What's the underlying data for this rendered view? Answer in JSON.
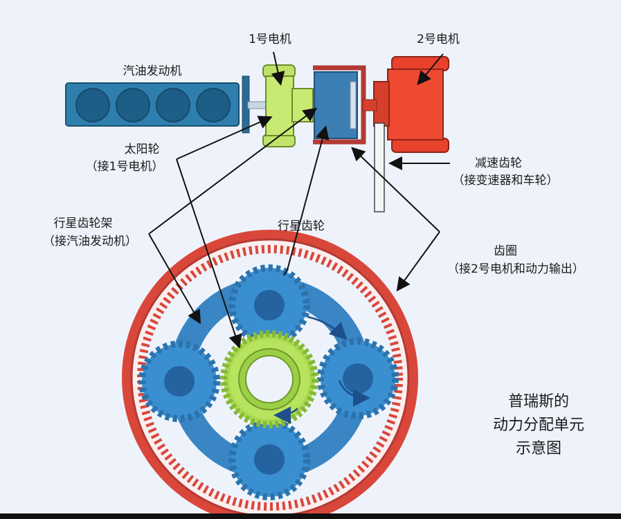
{
  "labels": {
    "motor1": "1号电机",
    "motor2": "2号电机",
    "engine": "汽油发动机",
    "sun_gear": "太阳轮",
    "sun_gear_note": "（接1号电机）",
    "reduction_gear": "减速齿轮",
    "reduction_gear_note": "（接变速器和车轮）",
    "carrier": "行星齿轮架",
    "carrier_note": "（接汽油发动机）",
    "planet_gear": "行星齿轮",
    "ring_gear": "齿圈",
    "ring_gear_note": "（接2号电机和动力输出）",
    "caption_line1": "普瑞斯的",
    "caption_line2": "动力分配单元",
    "caption_line3": "示意图"
  },
  "colors": {
    "engine": "#2f7fae",
    "motor1": "#bfe36a",
    "motor2": "#e8412c",
    "ring": "#d9473a",
    "planet": "#3a8fd0",
    "sun": "#a8d94f",
    "carrier": "#3a85c4"
  }
}
